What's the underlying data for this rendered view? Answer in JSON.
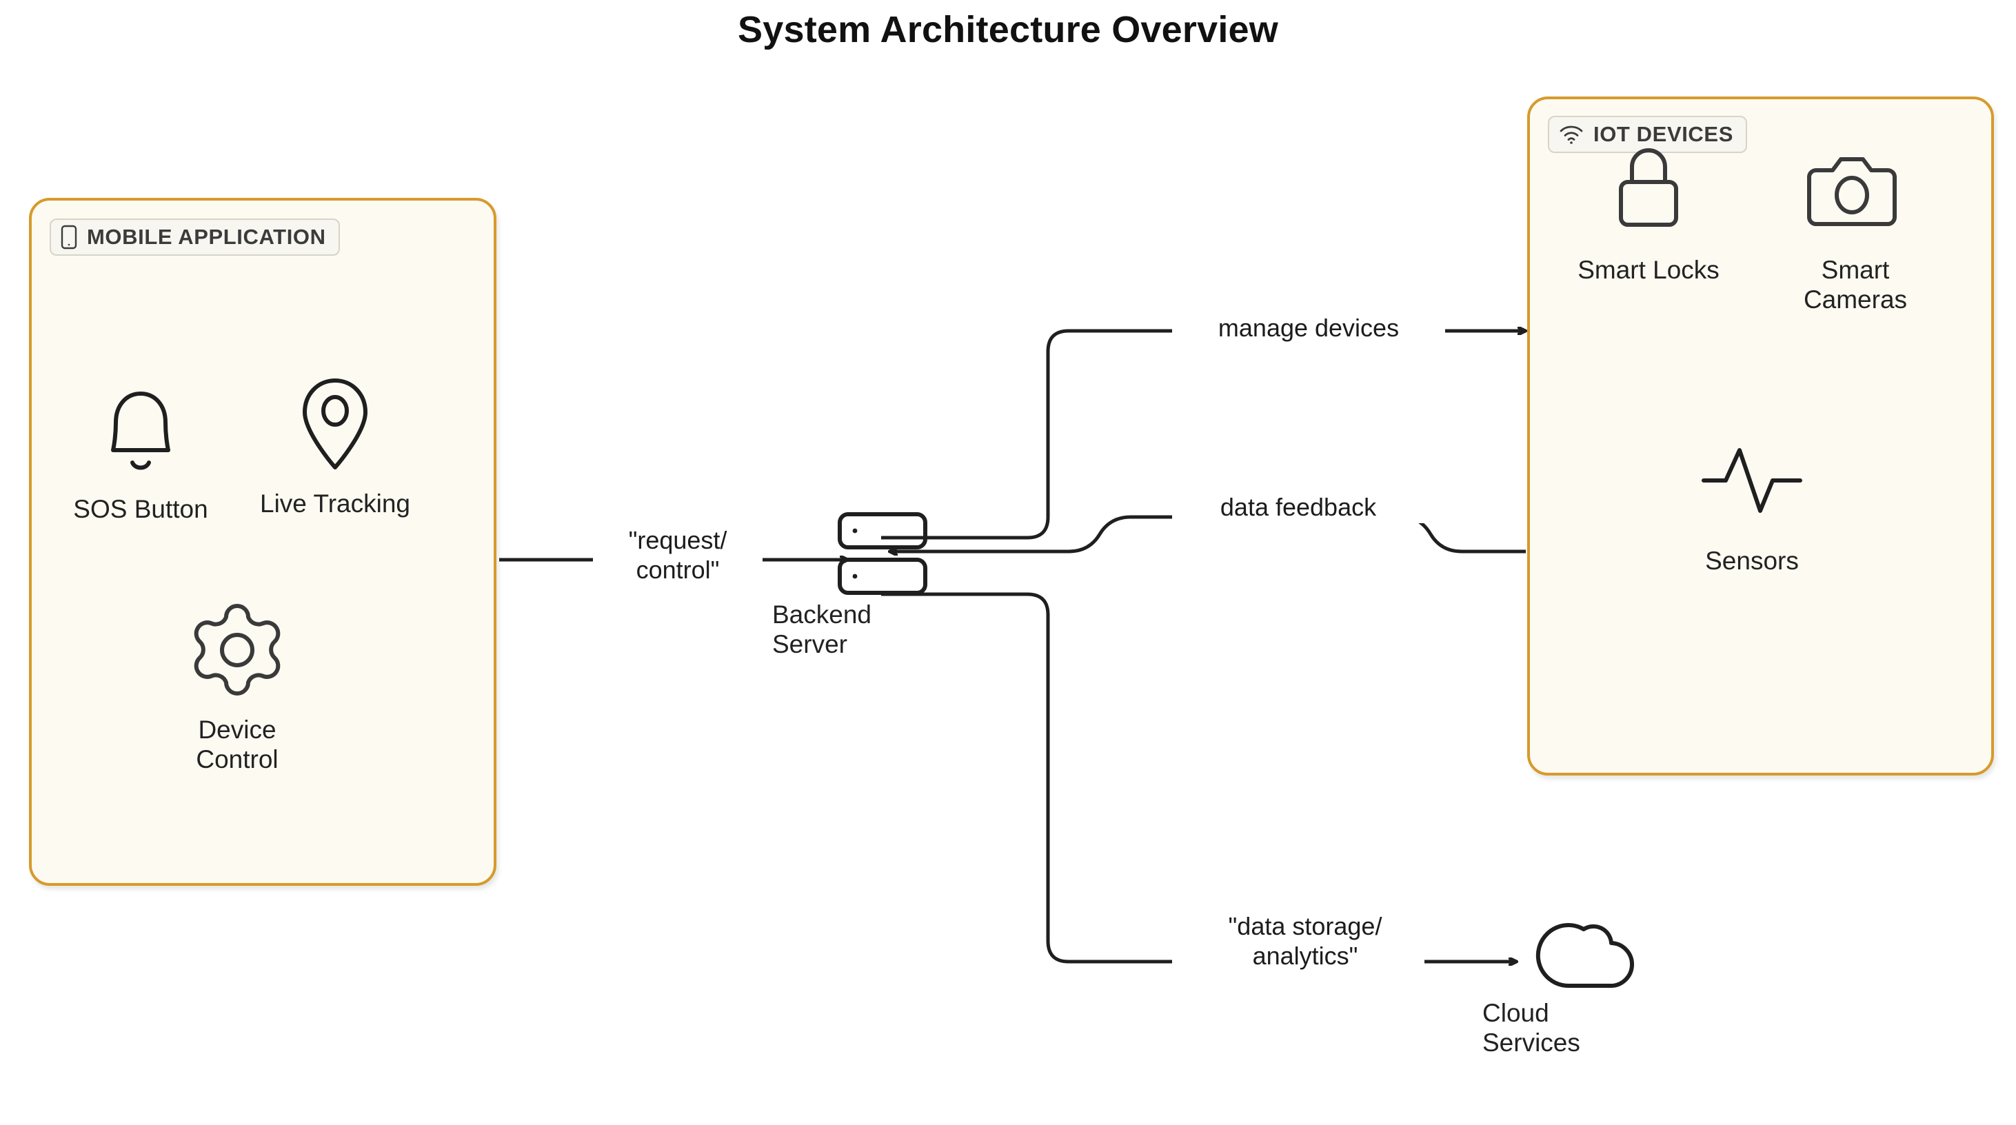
{
  "title": "System Architecture Overview",
  "colors": {
    "group_border": "#d79a2b",
    "group_fill": "#fdfaf2",
    "badge_fill": "#f7f6f1",
    "badge_border": "#d8d4c8",
    "stroke": "#1f1f1f",
    "page_background": "#ffffff",
    "text": "#222222"
  },
  "groups": [
    {
      "id": "mobile-application",
      "badge_label": "MOBILE APPLICATION",
      "badge_icon": "mobile-phone-icon",
      "nodes": [
        {
          "id": "sos-button",
          "label": "SOS Button",
          "icon": "bell-icon"
        },
        {
          "id": "live-tracking",
          "label": "Live Tracking",
          "icon": "map-pin-icon"
        },
        {
          "id": "device-control",
          "label": "Device\nControl",
          "icon": "gear-icon"
        }
      ]
    },
    {
      "id": "iot-devices",
      "badge_label": "IOT DEVICES",
      "badge_icon": "wifi-icon",
      "nodes": [
        {
          "id": "smart-locks",
          "label": "Smart Locks",
          "icon": "padlock-icon"
        },
        {
          "id": "smart-cameras",
          "label": "Smart\nCameras",
          "icon": "camera-icon"
        },
        {
          "id": "sensors",
          "label": "Sensors",
          "icon": "activity-pulse-icon"
        }
      ]
    }
  ],
  "nodes": [
    {
      "id": "backend-server",
      "label": "Backend\nServer",
      "icon": "server-rack-icon"
    },
    {
      "id": "cloud-services",
      "label": "Cloud\nServices",
      "icon": "cloud-icon"
    }
  ],
  "edges": [
    {
      "id": "mobile-to-backend",
      "label": "\"request/\ncontrol\"",
      "from": "mobile-application",
      "to": "backend-server",
      "direction": "forward"
    },
    {
      "id": "backend-to-iot",
      "label": "manage devices",
      "from": "backend-server",
      "to": "iot-devices",
      "direction": "forward"
    },
    {
      "id": "iot-to-backend",
      "label": "data feedback",
      "from": "iot-devices",
      "to": "backend-server",
      "direction": "backward"
    },
    {
      "id": "backend-to-cloud",
      "label": "\"data storage/\nanalytics\"",
      "from": "backend-server",
      "to": "cloud-services",
      "direction": "forward"
    }
  ]
}
